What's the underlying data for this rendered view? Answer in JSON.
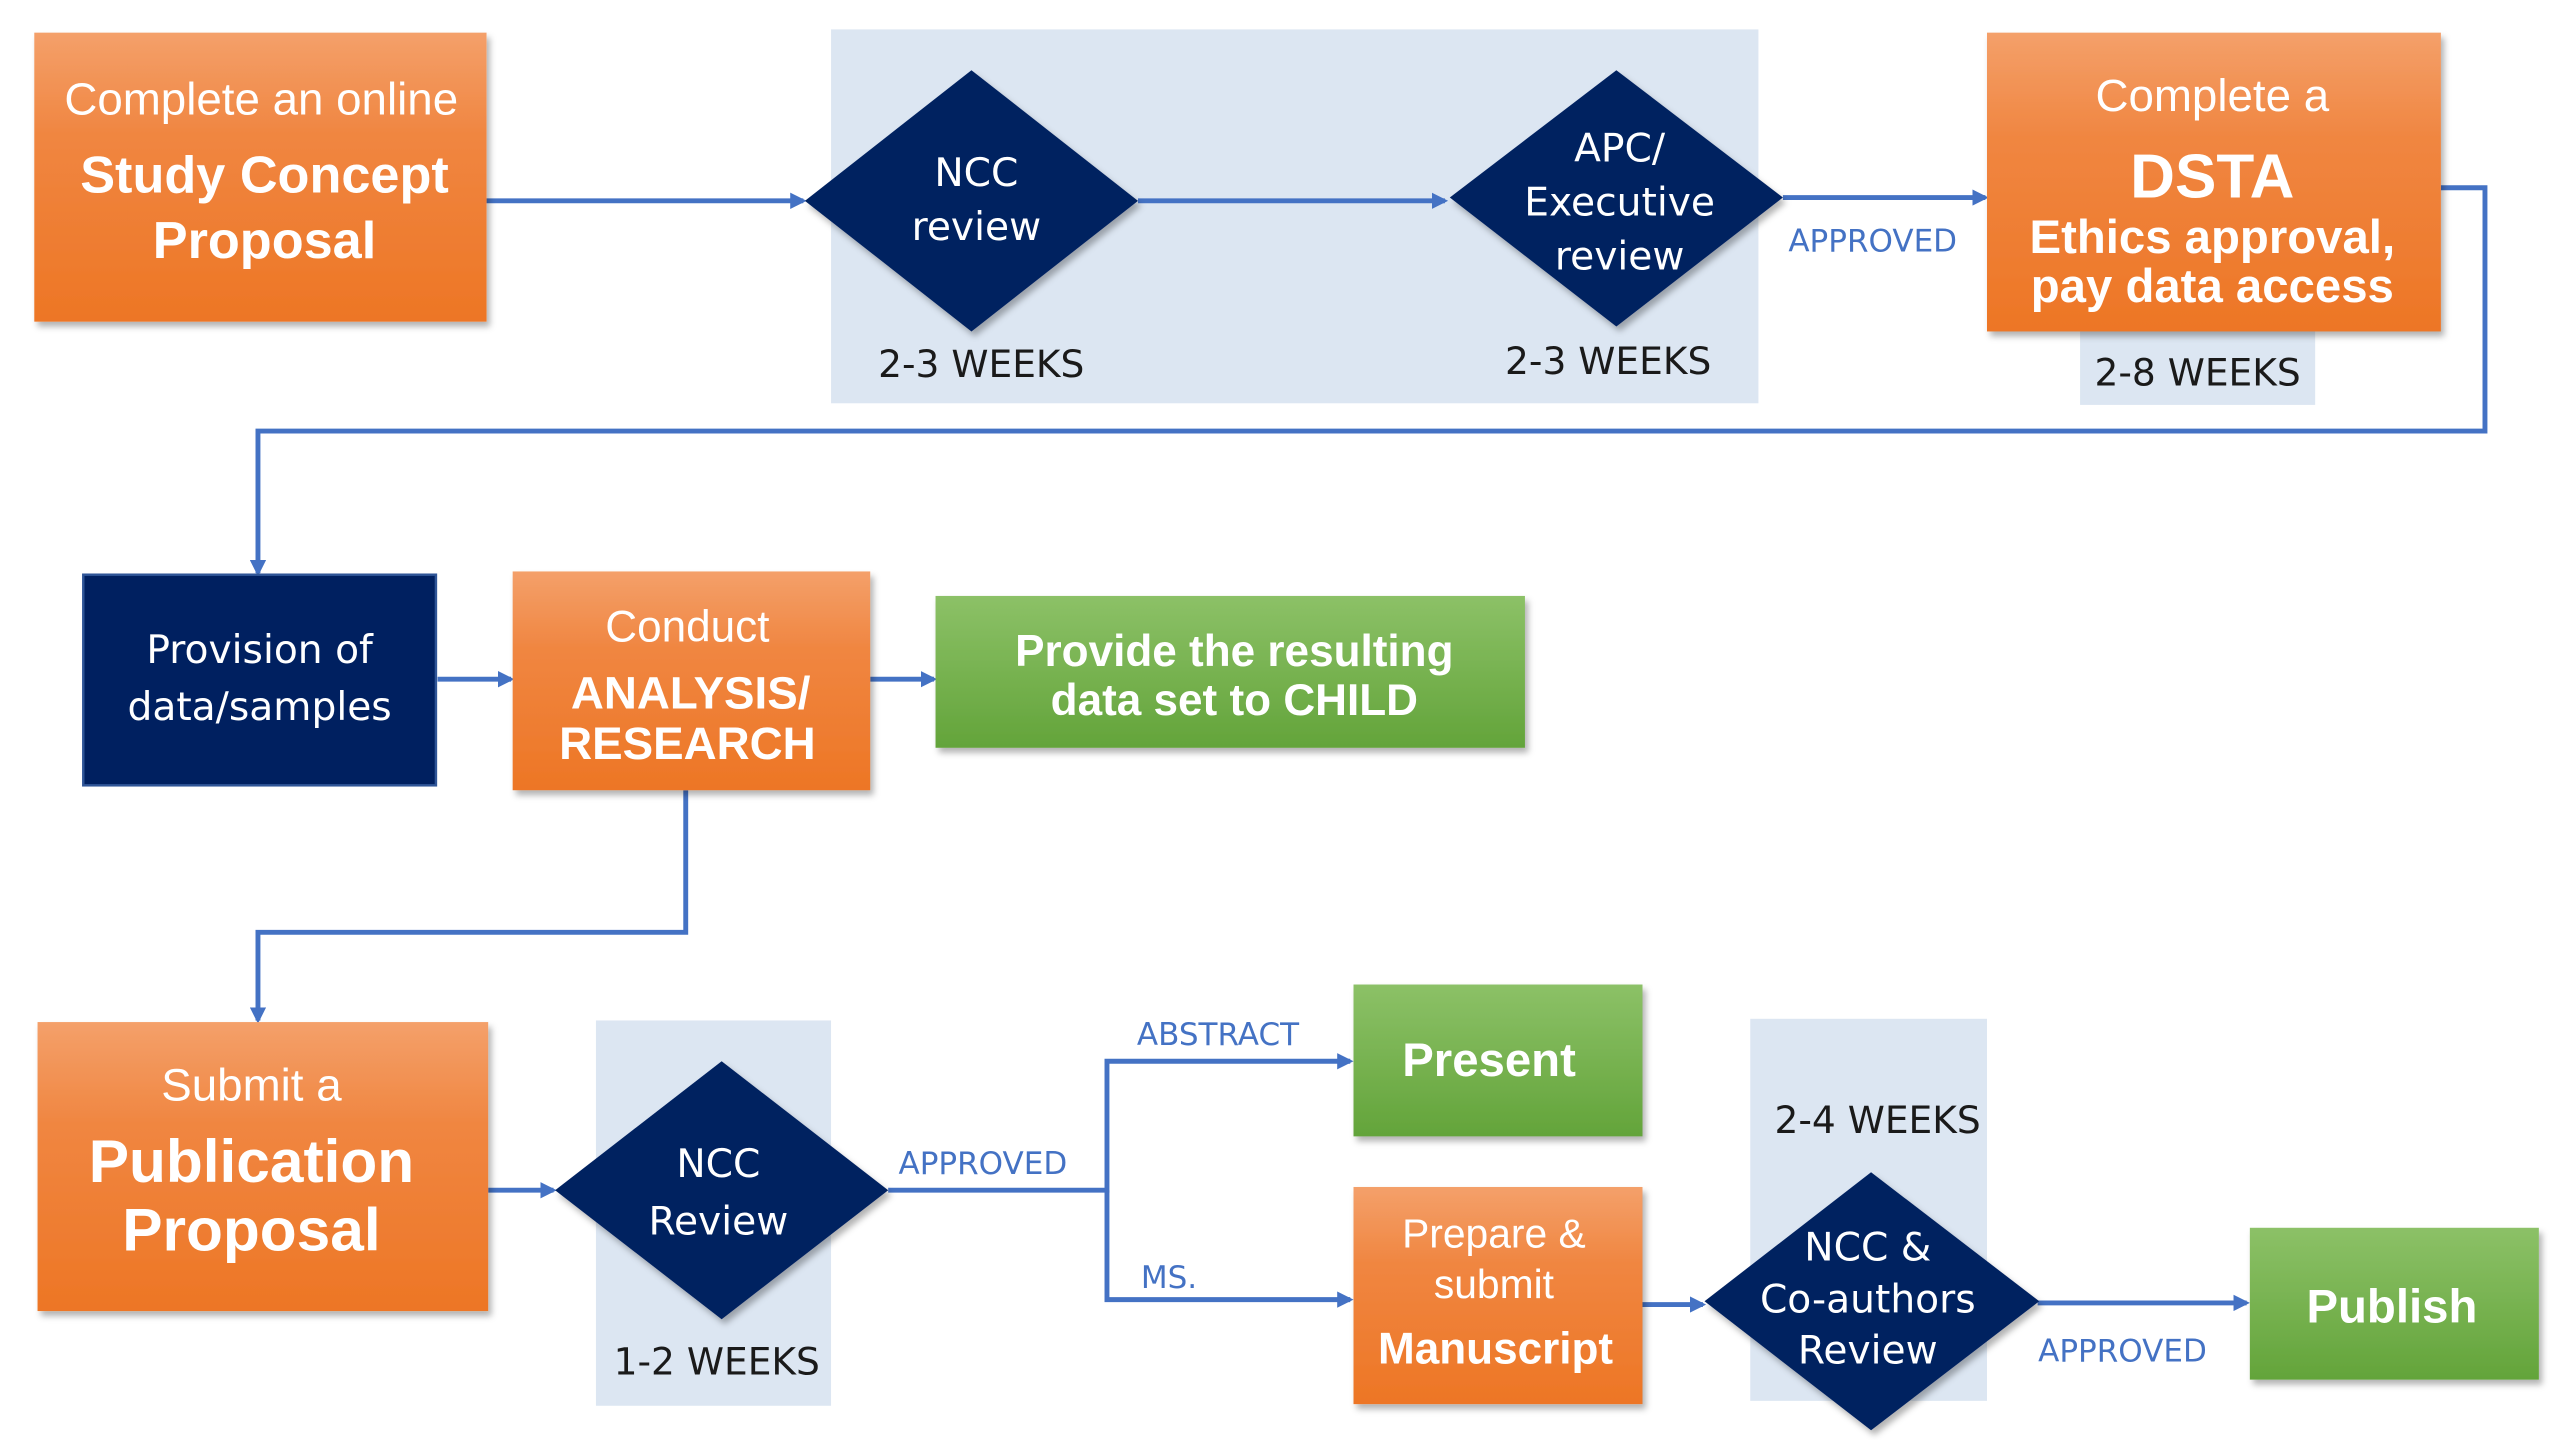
{
  "colors": {
    "orange": "#ed7d31",
    "green": "#70ad47",
    "navy": "#002060",
    "arrow": "#4472c4",
    "panel": "#dce6f2"
  },
  "step1": {
    "line1": "Complete an online",
    "line2": "Study Concept",
    "line3": "Proposal"
  },
  "ncc_review": {
    "line1": "NCC",
    "line2": "review",
    "weeks": "2-3 WEEKS"
  },
  "apc_review": {
    "line1": "APC/",
    "line2": "Executive",
    "line3": "review",
    "weeks": "2-3 WEEKS"
  },
  "approved_1": "APPROVED",
  "dsta": {
    "line1": "Complete a",
    "line2": "DSTA",
    "line3": "Ethics approval,",
    "line4": "pay data access",
    "weeks": "2-8 WEEKS"
  },
  "provision": {
    "line1": "Provision of",
    "line2": "data/samples"
  },
  "analysis": {
    "line1": "Conduct",
    "line2": "ANALYSIS/",
    "line3": "RESEARCH"
  },
  "dataset": {
    "line1": "Provide the resulting",
    "line2": "data set to CHILD"
  },
  "publication": {
    "line1": "Submit a",
    "line2": "Publication",
    "line3": "Proposal"
  },
  "ncc_review_2": {
    "line1": "NCC",
    "line2": "Review",
    "weeks": "1-2 WEEKS"
  },
  "approved_2": "APPROVED",
  "abstract_label": "ABSTRACT",
  "ms_label": "MS.",
  "present": "Present",
  "manuscript": {
    "line1": "Prepare &",
    "line2": "submit",
    "line3": "Manuscript"
  },
  "coauthor_review": {
    "line1": "NCC &",
    "line2": "Co-authors",
    "line3": "Review",
    "weeks": "2-4 WEEKS"
  },
  "approved_3": "APPROVED",
  "publish": "Publish"
}
